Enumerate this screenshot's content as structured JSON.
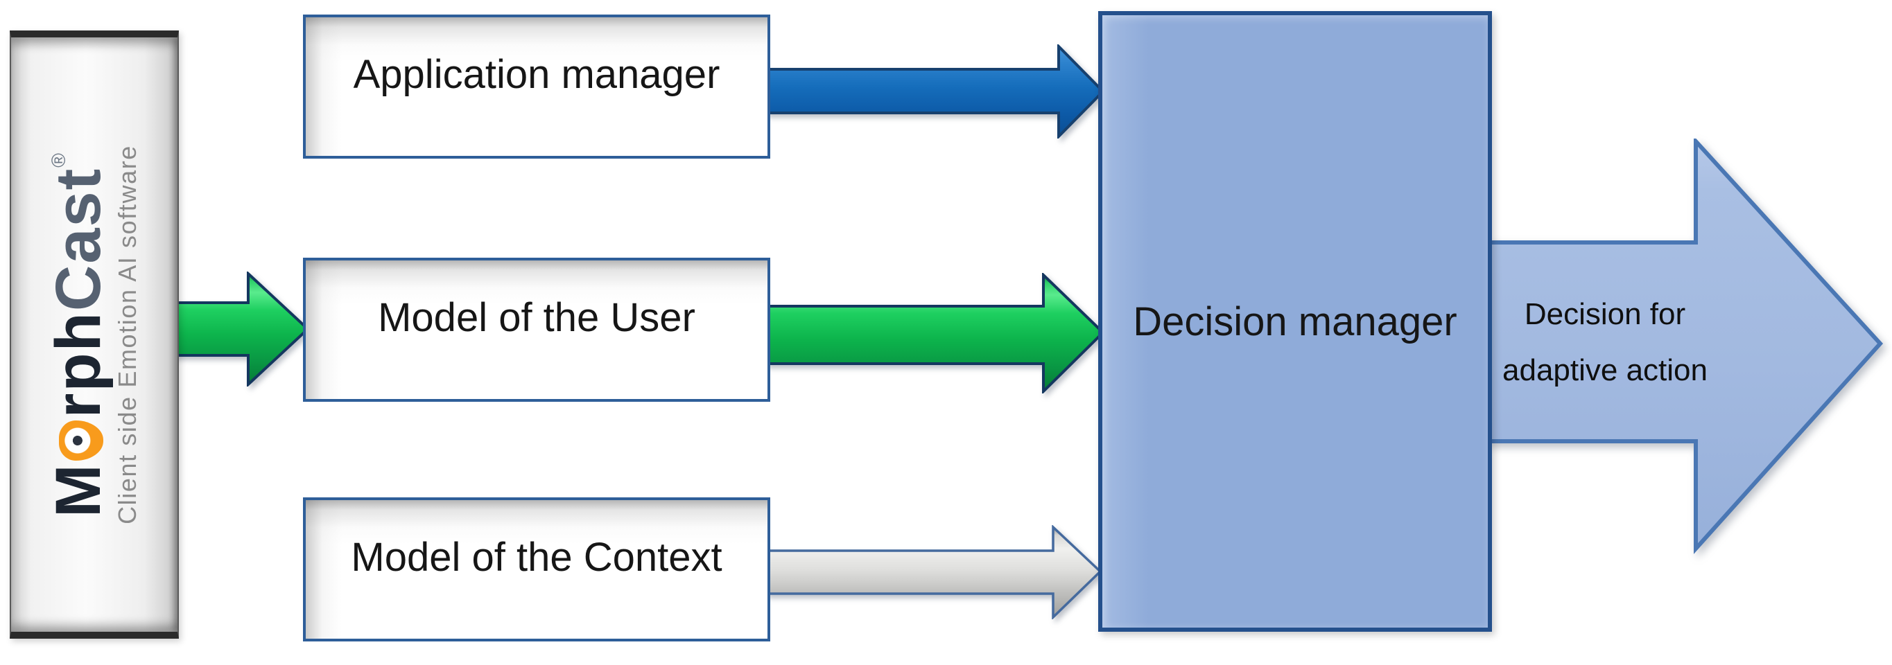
{
  "brand": {
    "m": "M",
    "rph": "rph",
    "cast": "Cast",
    "registered": "®",
    "tagline": "Client side Emotion AI software"
  },
  "boxes": {
    "application_manager": "Application manager",
    "model_of_user": "Model of the User",
    "model_of_context": "Model of the Context",
    "decision_manager": "Decision manager"
  },
  "output": {
    "label": "Decision for adaptive action"
  },
  "colors": {
    "white_box_border": "#2e5e99",
    "decision_fill": "#8fabd9",
    "decision_border": "#24508c",
    "output_arrow_fill": "#a2b9e0",
    "output_arrow_border": "#4a77b4",
    "arrow_blue_fill": "#156dbb",
    "arrow_green_fill": "#0fbf51",
    "arrow_gray_fill": "#d6d6d4",
    "arrow_outline_navy": "#14375f",
    "logo_orange": "#f89b1c",
    "logo_dark": "#1d2531",
    "logo_slate": "#566171",
    "panel_cap": "#2b2b2b"
  }
}
